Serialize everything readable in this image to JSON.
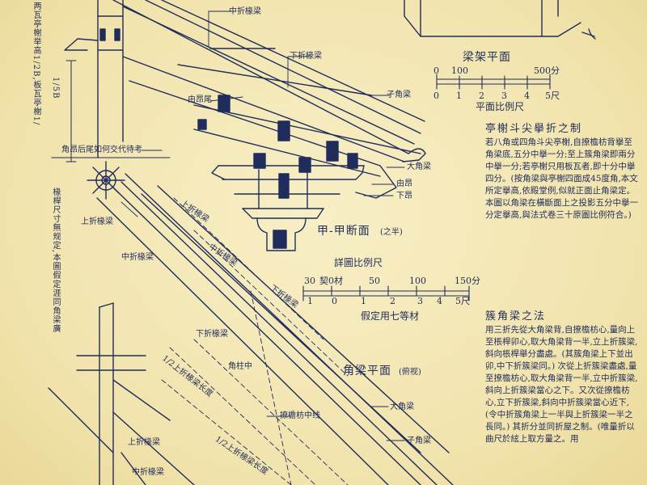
{
  "labels": {
    "mid_fold_beam_top": "中折椽梁",
    "lower_fold_beam_top": "下折椽梁",
    "corner_beam_top": "子角梁",
    "tail_note": "由昂尾",
    "big_corner_beam": "大角梁",
    "you_ang": "由昂",
    "lower_ang": "下昂",
    "ang_tail_note": "角昂后尾如何交代待考",
    "side_vertical_note": "两瓦亭榭举高1/2B,板瓦亭榭1/",
    "ratio_label": "1/5B",
    "section_title": "甲-甲断面",
    "section_title_small": "(之半)",
    "upper_fold_beam_left": "上折椽梁",
    "mid_fold_beam_left": "中折椽梁",
    "diag_upper": "上折椽梁",
    "diag_mid": "中折椽梁",
    "diag_lower": "下折椽梁",
    "lower_fold_beam_mid": "下折椽梁",
    "corner_column_center": "角柱中",
    "plan_title": "角梁平面",
    "plan_title_small": "(俯视)",
    "big_corner_beam_plan": "大角梁",
    "purlin_center": "撩檐枋中线",
    "child_corner_beam_plan": "子角梁",
    "half_upper_len_1": "1/2上折椽梁长度",
    "half_upper_len_2": "1/2上折椽梁长度",
    "upper_fold_beam_bottom": "上折椽梁",
    "mid_fold_beam_bottom": "中折椽梁",
    "left_vertical_note": "椽桿尺寸無规定,本圖假定涯同角梁廣"
  },
  "top_plan": {
    "title": "梁架平面",
    "scale_ticks": [
      "0",
      "100",
      "500分"
    ],
    "scale_ticks_2": [
      "0",
      "1",
      "2",
      "3",
      "4",
      "5尺"
    ],
    "scale_caption": "平面比例尺"
  },
  "detail_scale": {
    "title": "詳圖比例尺",
    "top_ticks": [
      "30",
      "契0材",
      "50",
      "100",
      "150分"
    ],
    "bottom_ticks": [
      "1",
      "0",
      "1",
      "2",
      "3",
      "4",
      "5尺"
    ],
    "caption": "假定用七等材"
  },
  "notes": {
    "para1_title": "亭榭斗尖擧折之制",
    "para1_body": "若八角或四角斗尖亭榭,自撩檐枋背擧至角梁底,五分中擧一分;至上簇角梁即兩分中擧一分;若亭榭只用板瓦者,即十分中擧四分。(按角梁與亭榭四面成45度角,本文所定擧高,依殿堂例,似就正面止角梁定。本圖以角梁在橫斷面上之投影五分中擧一分定擧高,與法式卷三十原圖比例符合。)",
    "para2_title": "簇角梁之法",
    "para2_body": "用三折先從大角梁背,自撩檐枋心,量向上至棖桿卯心,取大角梁背一半,立上折簇梁,斜向棖桿舉分盡處。(其簇角梁上下並出卯,中下折簇梁同。) 次從上折簇梁盡處,量至撩檐枋心,取大角梁背一半,立中折簇梁,斜向上折簇梁當心之下。又次從撩檐枋心,立下折簇梁,斜向中折簇梁當心近下,(令中折簇角梁上一半與上折簇梁一半之長同。) 其折分並同折屋之制。(唯量折以曲尺於絃上取方量之。用"
  }
}
